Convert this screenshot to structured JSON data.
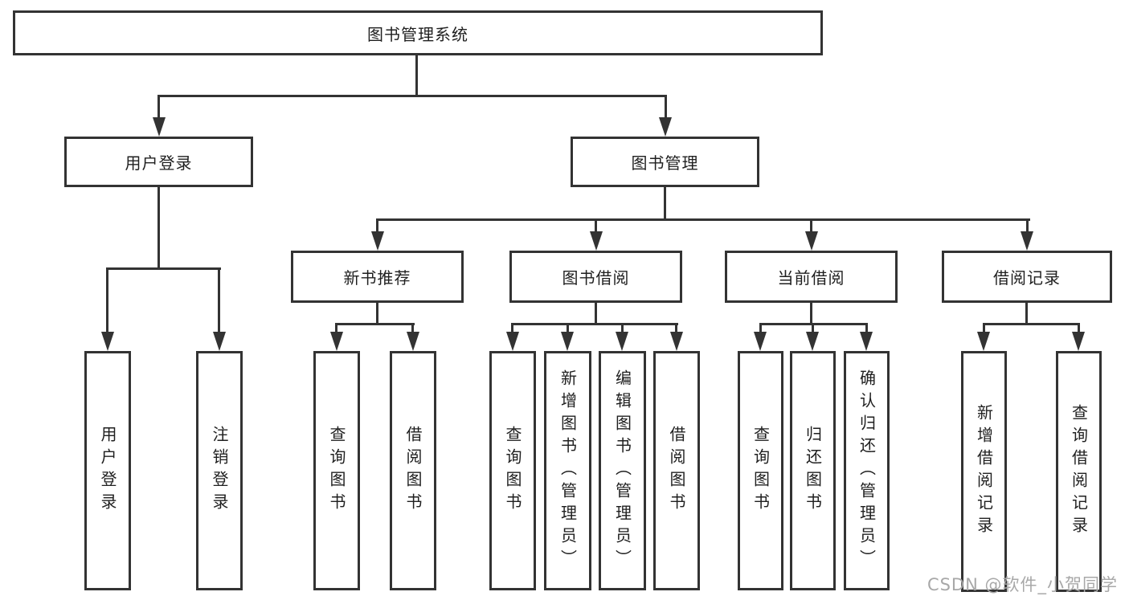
{
  "diagram": {
    "title": "图书管理系统",
    "root": {
      "label": "图书管理系统",
      "children": [
        {
          "label": "用户登录",
          "children": [
            {
              "label": "用户登录"
            },
            {
              "label": "注销登录"
            }
          ]
        },
        {
          "label": "图书管理",
          "children": [
            {
              "label": "新书推荐",
              "children": [
                {
                  "label": "查询图书"
                },
                {
                  "label": "借阅图书"
                }
              ]
            },
            {
              "label": "图书借阅",
              "children": [
                {
                  "label": "查询图书"
                },
                {
                  "label": "新增图书（管理员）"
                },
                {
                  "label": "编辑图书（管理员）"
                },
                {
                  "label": "借阅图书"
                }
              ]
            },
            {
              "label": "当前借阅",
              "children": [
                {
                  "label": "查询图书"
                },
                {
                  "label": "归还图书"
                },
                {
                  "label": "确认归还（管理员）"
                }
              ]
            },
            {
              "label": "借阅记录",
              "children": [
                {
                  "label": "新增借阅记录"
                },
                {
                  "label": "查询借阅记录"
                }
              ]
            }
          ]
        }
      ]
    },
    "colors": {
      "line": "#333333",
      "text": "#1f1f1f",
      "background": "#ffffff",
      "watermark_gray": "#a8a8a8"
    }
  },
  "watermark": {
    "text": "CSDN @软件_小贺同学"
  }
}
